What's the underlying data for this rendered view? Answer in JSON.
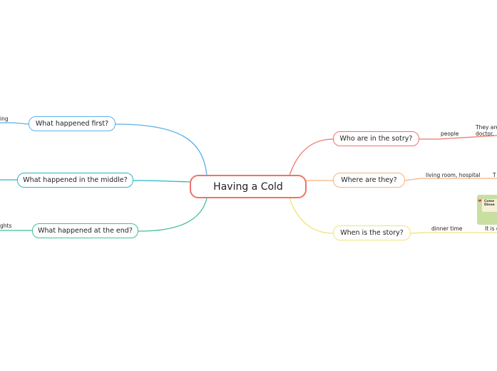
{
  "central_topic": "Having a Cold",
  "colors": {
    "central": "#ee7368",
    "who": "#ee7368",
    "where": "#f5b27f",
    "when": "#f2e27a",
    "first": "#5bb0e6",
    "middle": "#2ab7c4",
    "end": "#3dc29a",
    "thumbnail": "#c9dfa2"
  },
  "branches": {
    "who": {
      "label": "Who are in the sotry?",
      "detail": "people",
      "note_line1": "They are",
      "note_line2": "doctor."
    },
    "where": {
      "label": "Where are they?",
      "detail": "living room, hospital",
      "note": "T"
    },
    "when": {
      "label": "When is the story?",
      "detail": "dinner time",
      "note": "It is d"
    },
    "first": {
      "label": "What happened first?",
      "detail": "ing"
    },
    "middle": {
      "label": "What happened in the middle?"
    },
    "end": {
      "label": "What happened at the end?",
      "detail": "ghts"
    }
  },
  "thumbnail": {
    "icon": "heart-icon",
    "text_line1": "Come",
    "text_line2": "Dinne"
  }
}
